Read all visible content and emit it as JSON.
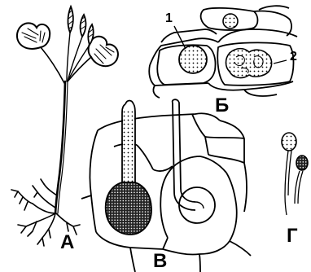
{
  "labels": {
    "panel_a": "А",
    "panel_b": "Б",
    "panel_v": "В",
    "panel_g": "Г",
    "marker_1": "1",
    "marker_2": "2"
  },
  "colors": {
    "ink": "#000000",
    "paper": "#ffffff"
  }
}
